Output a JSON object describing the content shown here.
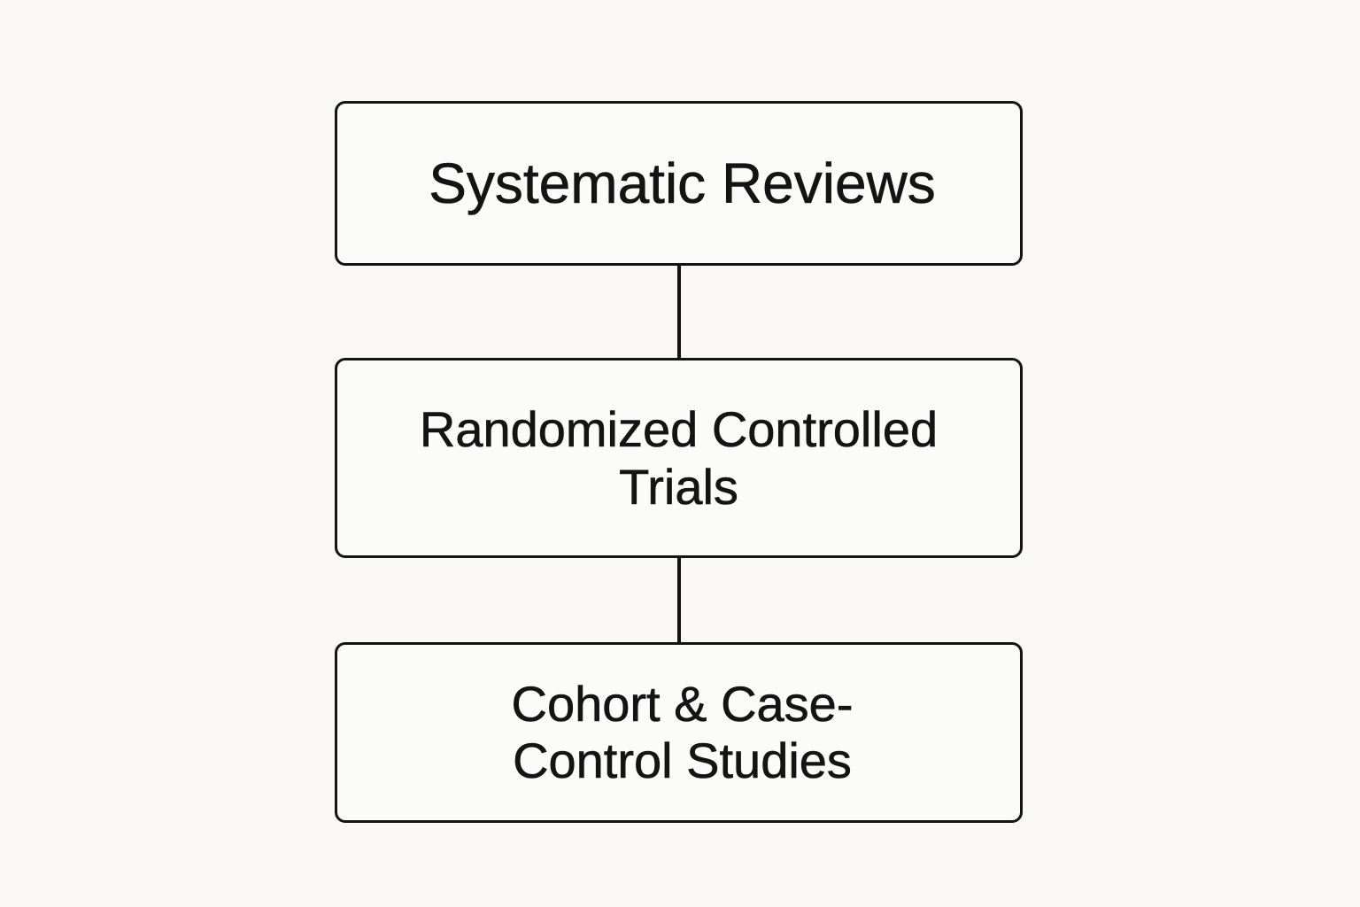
{
  "diagram": {
    "nodes": [
      {
        "id": "systematic-reviews",
        "label": "Systematic Reviews"
      },
      {
        "id": "randomized-controlled-trials",
        "label": "Randomized Controlled\nTrials"
      },
      {
        "id": "cohort-case-control-studies",
        "label": "Cohort & Case-\nControl Studies"
      }
    ],
    "edges": [
      {
        "from": "systematic-reviews",
        "to": "randomized-controlled-trials"
      },
      {
        "from": "randomized-controlled-trials",
        "to": "cohort-case-control-studies"
      }
    ]
  },
  "colors": {
    "background": "#f9f8f5",
    "stroke": "#141414",
    "text": "#141414"
  }
}
